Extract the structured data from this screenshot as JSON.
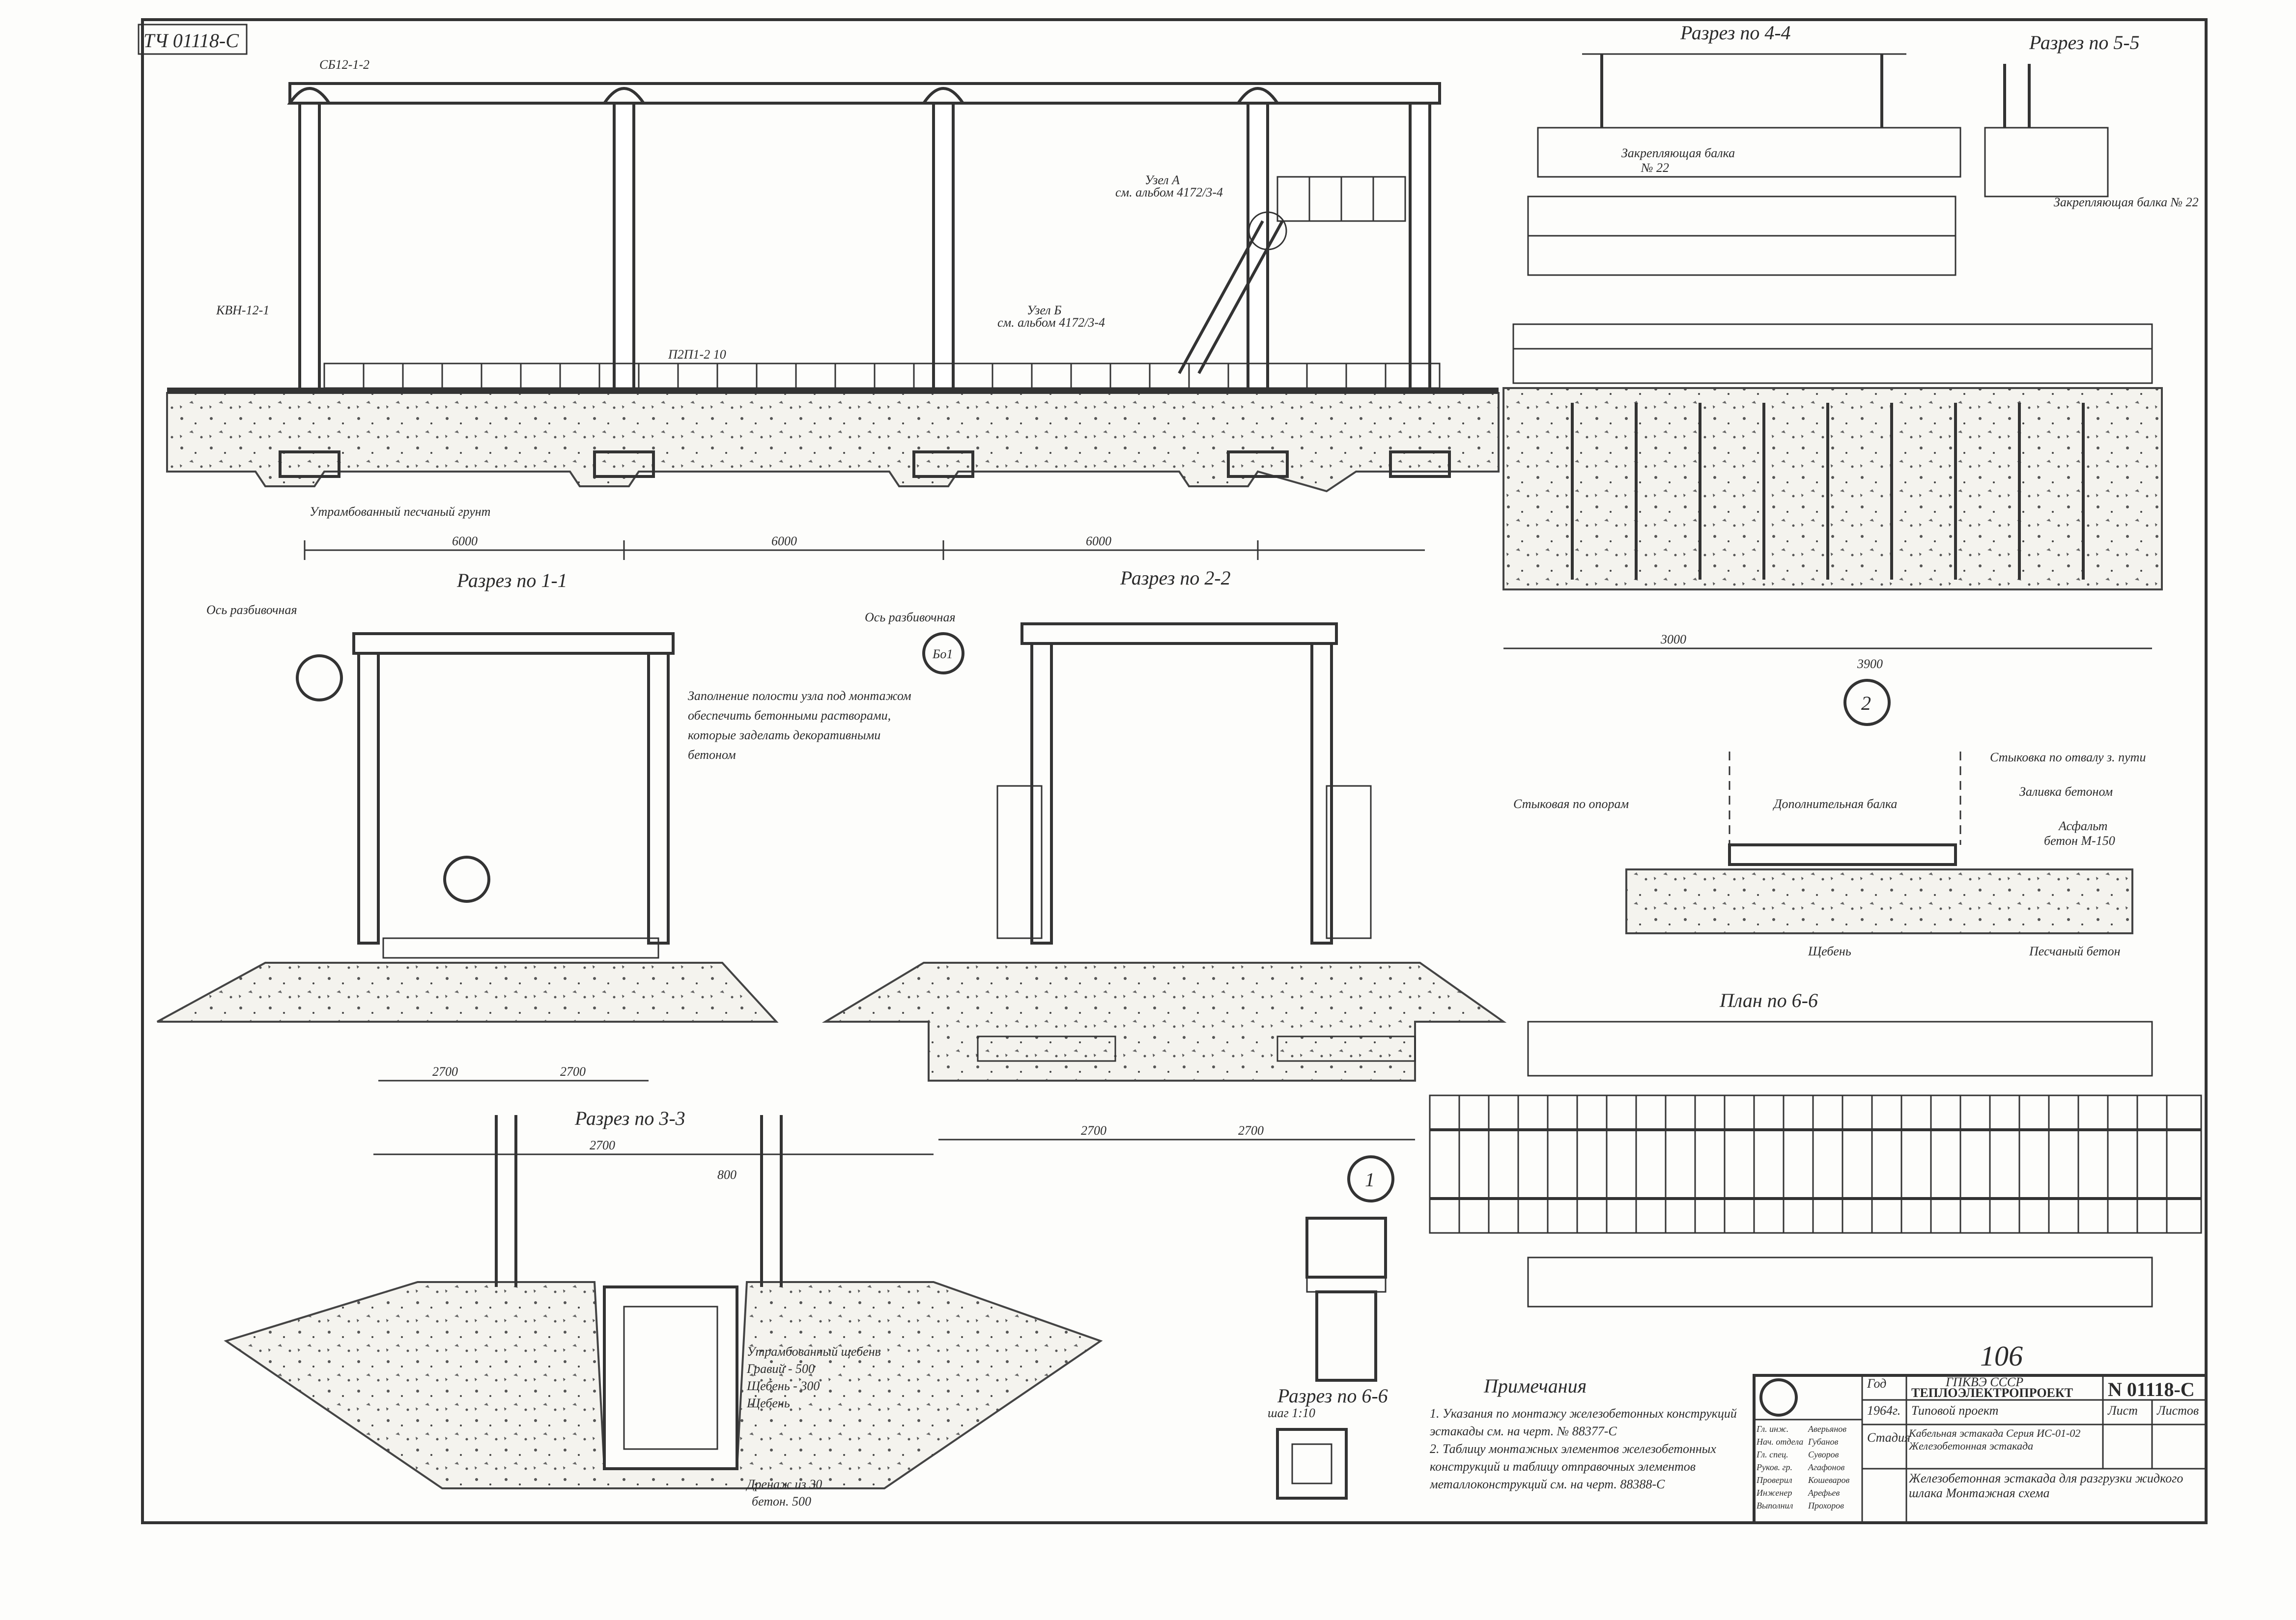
{
  "sheet": {
    "corner_code": "ТЧ 01118-С",
    "page_number": "106"
  },
  "sections": {
    "s1": "Разрез по 1-1",
    "s2": "Разрез по 2-2",
    "s3": "Разрез по 3-3",
    "s4": "Разрез по 4-4",
    "s5": "Разрез по 5-5",
    "s6": "Разрез по 6-6",
    "s6_scale": "шаг 1:10",
    "plan": "План по 6-6",
    "callout_2": "2",
    "callout_1": "1"
  },
  "elevation_labels": {
    "sand_base": "Утрамбованный песчаный грунт",
    "node_a": "Узел А",
    "node_a_ref": "см. альбом 4172/3-4",
    "node_b": "Узел Б",
    "node_b_ref": "см. альбом 4172/3-4",
    "beam_top": "СБ12-1-2",
    "col": "КВН-12-1",
    "plate": "П2П1-2 10",
    "dim_6000_a": "6000",
    "dim_6000_b": "6000",
    "dim_6000_c": "6000"
  },
  "s1_labels": {
    "rail_axis": "Ось разбивочная",
    "note_a": "Заполнение полости узла под монтажом",
    "note_b": "обеспечить бетонными растворами,",
    "note_c": "которые заделать декоративными",
    "note_d": "бетоном",
    "dim_left": "2700",
    "dim_right": "2700"
  },
  "s2_labels": {
    "rail_axis": "Ось разбивочная",
    "marker": "Бо1",
    "dim_left": "2700",
    "dim_right": "2700"
  },
  "s4_labels": {
    "closing_beam": "Закрепляющая балка",
    "closing_beam_no": "№ 22",
    "dim_3000": "3000",
    "dim_3900": "3900"
  },
  "s5_labels": {
    "closing_beam": "Закрепляющая балка № 22"
  },
  "detail2_labels": {
    "note_top": "Стыковка по отвалу з. пути",
    "joint": "Заливка бетоном",
    "left": "Стыковая по опорам",
    "mid": "Дополнительная балка",
    "right_a": "Асфальт",
    "right_b": "бетон М-150",
    "bottom_a": "Щебень",
    "bottom_b": "Песчаный бетон"
  },
  "s3_labels": {
    "layer1": "Утрамбованный щебень",
    "layer2": "Гравий - 500",
    "layer3": "Щебень - 300",
    "layer4": "Щебень",
    "drain": "Дренаж из 30",
    "drain2": "бетон. 500",
    "dim_2700": "2700",
    "dim_800": "800"
  },
  "notes": {
    "title": "Примечания",
    "n1": "1. Указания по монтажу железобетонных конструкций эстакады см. на черт. № 88377-С",
    "n2": "2. Таблицу монтажных элементов железобетонных конструкций и таблицу отправочных элементов металлоконструкций см. на черт. 88388-С"
  },
  "title_block": {
    "org": "ТЕПЛОЭЛЕКТРОПРОЕКТ",
    "org_sub": "ГПКВЭ СССР",
    "doc_no": "N 01118-С",
    "year": "1964г.",
    "year_label": "Год",
    "type_label": "Типовой проект",
    "project": "Кабельная эстакада Серия ИС-01-02 Железобетонная эстакада",
    "drawing": "Железобетонная эстакада для разгрузки жидкого шлака Монтажная схема",
    "stage_label": "Стадия",
    "sheet_label": "Лист",
    "sheets_label": "Листов",
    "roles": [
      "Гл. инж.",
      "Нач. отдела",
      "Гл. спец.",
      "Руков. гр.",
      "Проверил",
      "Инженер",
      "Выполнил"
    ],
    "signatures": [
      "Аверьянов",
      "Губанов",
      "Суворов",
      "Агафонов",
      "Кошеваров",
      "Арефьев",
      "Прохоров"
    ]
  },
  "colors": {
    "ink": "#2f2f2f",
    "paper": "#fdfdfb"
  }
}
